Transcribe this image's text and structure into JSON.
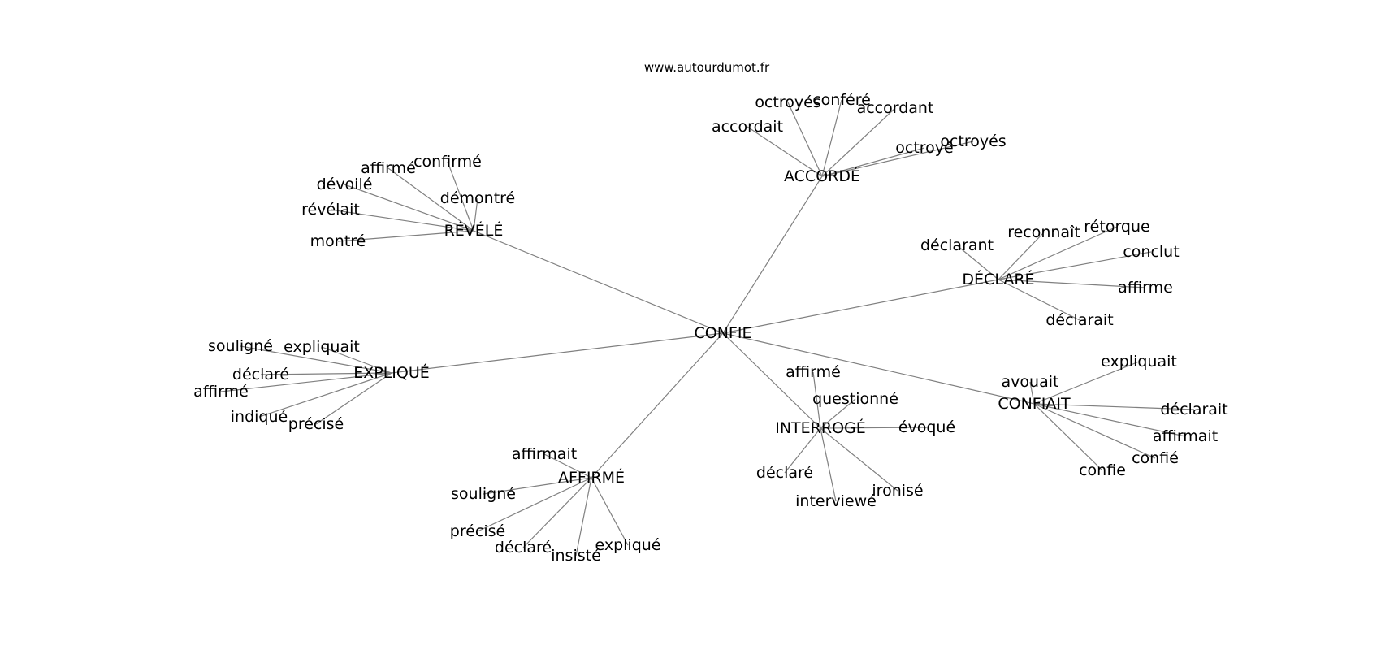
{
  "title": "www.autourdumot.fr",
  "center": "CONFIE",
  "clusters": [
    {
      "label": "ACCORDÉ",
      "words": [
        "accordait",
        "octroyés",
        "conféré",
        "accordant",
        "octroyé",
        "octroyés"
      ]
    },
    {
      "label": "RÉVÉLÉ",
      "words": [
        "affirmé",
        "confirmé",
        "dévoilé",
        "démontré",
        "révélait",
        "montré"
      ]
    },
    {
      "label": "DÉCLARÉ",
      "words": [
        "déclarant",
        "reconnaît",
        "rétorque",
        "conclut",
        "affirme",
        "déclarait"
      ]
    },
    {
      "label": "EXPLIQUÉ",
      "words": [
        "souligné",
        "expliquait",
        "déclaré",
        "affirmé",
        "indiqué",
        "précisé"
      ]
    },
    {
      "label": "INTERROGÉ",
      "words": [
        "affirmé",
        "questionné",
        "évoqué",
        "déclaré",
        "interviewé",
        "ironisé"
      ]
    },
    {
      "label": "CONFIAIT",
      "words": [
        "avouait",
        "expliquait",
        "déclarait",
        "affirmait",
        "confié",
        "confie"
      ]
    },
    {
      "label": "AFFIRMÉ",
      "words": [
        "affirmait",
        "souligné",
        "précisé",
        "déclaré",
        "insisté",
        "expliqué"
      ]
    }
  ]
}
